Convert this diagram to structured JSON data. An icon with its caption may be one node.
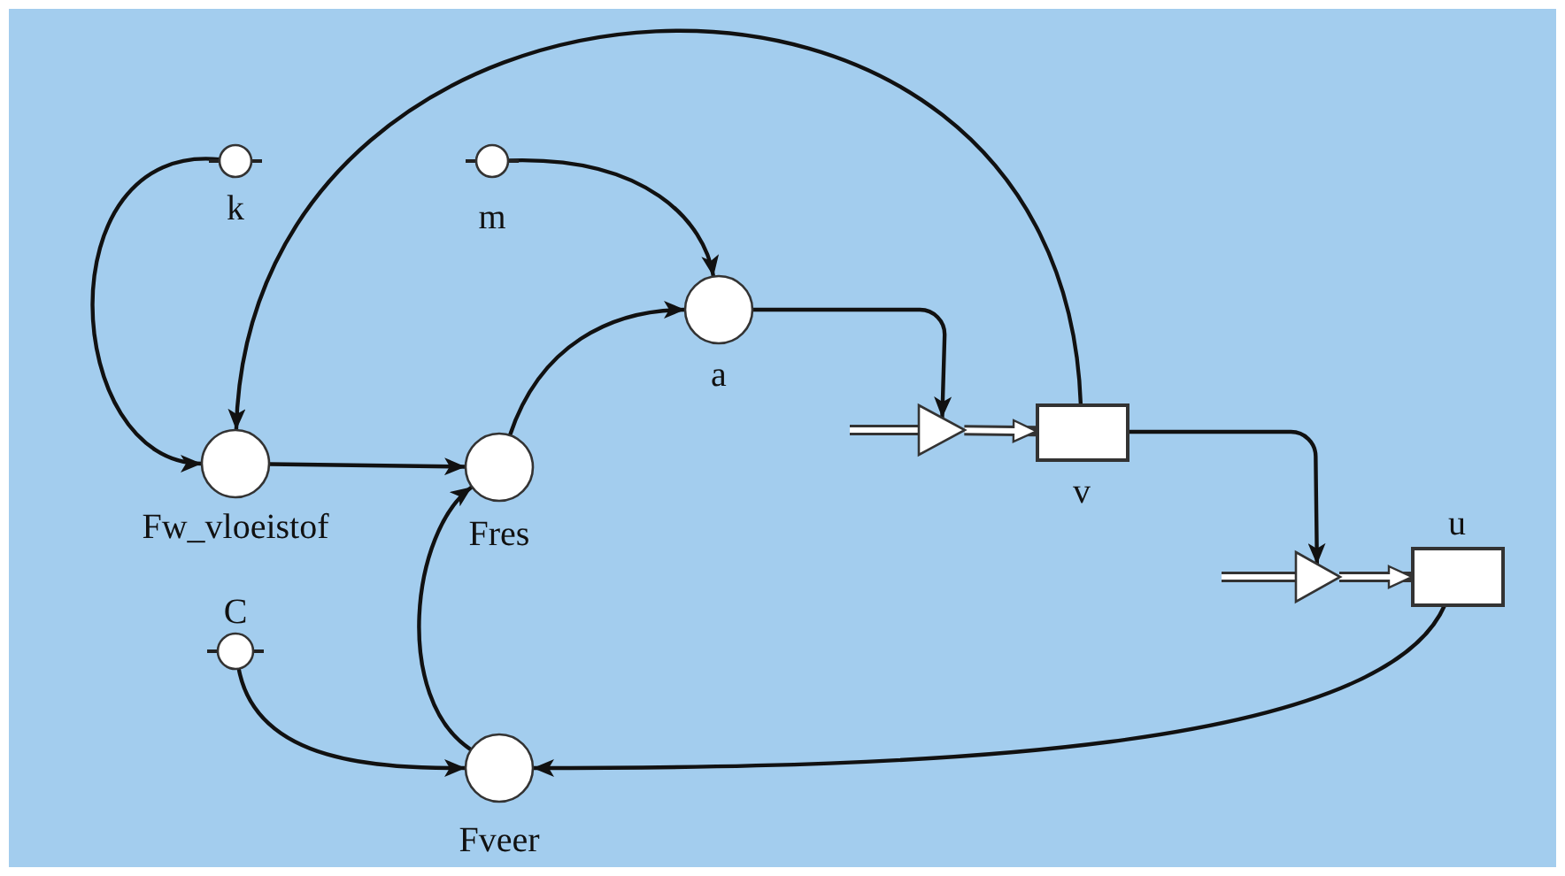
{
  "diagram": {
    "nodes": [
      {
        "text": [
          "k"
        ]
      },
      {
        "text": [
          "m"
        ]
      },
      {
        "text": [
          "a"
        ]
      },
      {
        "text": [
          "Fw_vloeistof"
        ]
      },
      {
        "text": [
          "Fres"
        ]
      },
      {
        "text": [
          "C"
        ]
      },
      {
        "text": [
          "Fveer"
        ]
      },
      {
        "text": [
          "v"
        ]
      },
      {
        "text": [
          "u"
        ]
      },
      {
        "text": [],
        "shape": "triangle"
      },
      {
        "text": [],
        "shape": "triangle"
      }
    ],
    "edges": [
      {
        "from": 0,
        "to": 3,
        "arrow": "to"
      },
      {
        "from": 7,
        "to": 3,
        "arrow": "to"
      },
      {
        "from": 1,
        "to": 2,
        "arrow": "to"
      },
      {
        "from": 3,
        "to": 4,
        "arrow": "to"
      },
      {
        "from": 4,
        "to": 2,
        "arrow": "to"
      },
      {
        "from": 2,
        "to": 9,
        "arrow": "to"
      },
      {
        "from": null,
        "to": 9,
        "arrow": "none",
        "style": "thick"
      },
      {
        "from": 9,
        "to": 7,
        "arrow": "to",
        "style": "thick"
      },
      {
        "from": 7,
        "to": 10,
        "arrow": "to"
      },
      {
        "from": null,
        "to": 10,
        "arrow": "none",
        "style": "thick"
      },
      {
        "from": 10,
        "to": 8,
        "arrow": "to",
        "style": "thick"
      },
      {
        "from": 8,
        "to": 6,
        "arrow": "to"
      },
      {
        "from": 5,
        "to": 6,
        "arrow": "to"
      },
      {
        "from": 6,
        "to": 4,
        "arrow": "to"
      }
    ]
  }
}
